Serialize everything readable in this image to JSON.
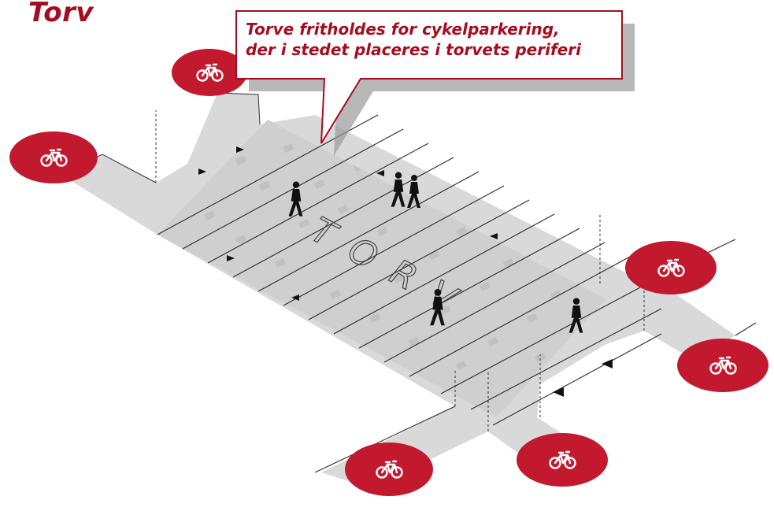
{
  "title": "Torv",
  "callout": {
    "line1": "Torve fritholdes for cykelparkering,",
    "line2": "der i stedet placeres i torvets periferi"
  },
  "plaza_label": "TORV",
  "colors": {
    "accent": "#a50d1f",
    "bike_marker": "#c2192f",
    "surface": "#d8d8d8",
    "outline": "#222222"
  },
  "icons": [
    "bicycle-icon",
    "pedestrian-icon",
    "direction-arrow-icon"
  ]
}
